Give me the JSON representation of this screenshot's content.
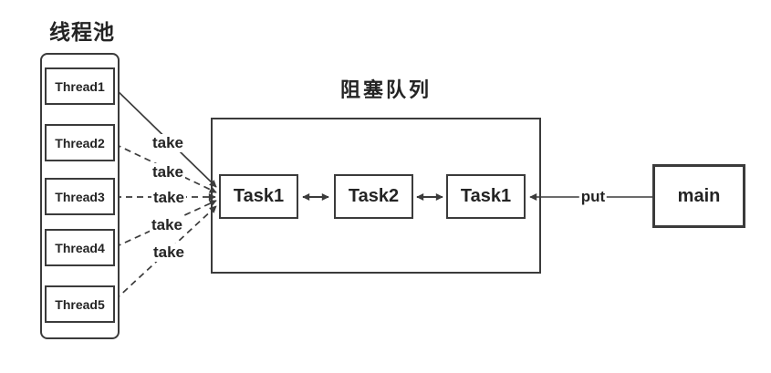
{
  "thread_pool": {
    "title": "线程池",
    "threads": [
      {
        "label": "Thread1"
      },
      {
        "label": "Thread2"
      },
      {
        "label": "Thread3"
      },
      {
        "label": "Thread4"
      },
      {
        "label": "Thread5"
      }
    ]
  },
  "queue": {
    "title": "阻塞队列",
    "tasks": [
      {
        "label": "Task1"
      },
      {
        "label": "Task2"
      },
      {
        "label": "Task1"
      }
    ]
  },
  "main_box": {
    "label": "main"
  },
  "edges": {
    "takes": [
      {
        "label": "take",
        "from": "Thread1",
        "to": "Task1",
        "style": "solid"
      },
      {
        "label": "take",
        "from": "Thread2",
        "to": "Task1",
        "style": "dashed"
      },
      {
        "label": "take",
        "from": "Thread3",
        "to": "Task1",
        "style": "dashed"
      },
      {
        "label": "take",
        "from": "Thread4",
        "to": "Task1",
        "style": "dashed"
      },
      {
        "label": "take",
        "from": "Thread5",
        "to": "Task1",
        "style": "dashed"
      }
    ],
    "put": {
      "label": "put",
      "from": "main",
      "to": "Task1",
      "style": "solid"
    },
    "queue_links": "double-headed arrows between tasks"
  },
  "colors": {
    "stroke": "#3b3b3b",
    "text": "#242424",
    "background": "#ffffff"
  }
}
